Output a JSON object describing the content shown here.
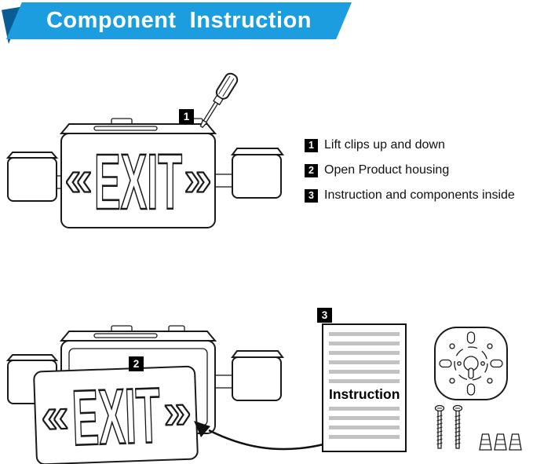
{
  "banner": {
    "title": "Component  Instruction"
  },
  "colors": {
    "banner_blue": "#1b9ddf",
    "banner_fold": "#0a5c94",
    "line": "#1a1a1a",
    "stripe_gray": "#c2c2c2"
  },
  "markers": [
    "1",
    "2",
    "3"
  ],
  "legend": {
    "items": [
      {
        "num": "1",
        "text": "Lift clips up and down"
      },
      {
        "num": "2",
        "text": "Open Product housing"
      },
      {
        "num": "3",
        "text": "Instruction and components inside"
      }
    ]
  },
  "exit_sign": {
    "label": "EXIT",
    "chevron_left": "«",
    "chevron_right": "»"
  },
  "booklet": {
    "title": "Instruction"
  }
}
